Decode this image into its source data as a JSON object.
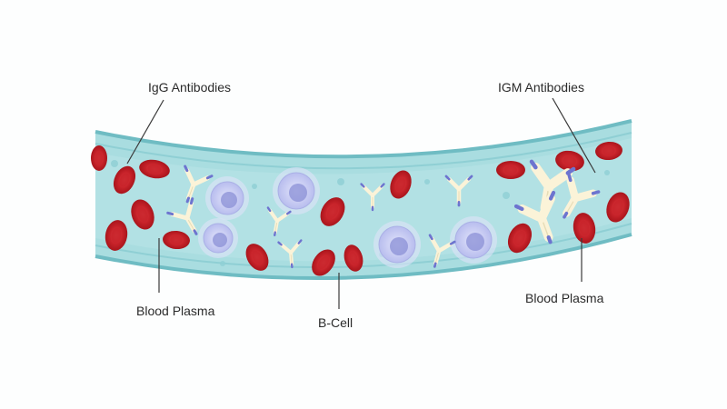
{
  "labels": {
    "igg": "IgG Antibodies",
    "igm": "IGM Antibodies",
    "plasma_left": "Blood Plasma",
    "b_cell": "B-Cell",
    "plasma_right": "Blood Plasma"
  },
  "colors": {
    "vessel_fill": "#a9dde0",
    "vessel_wall": "#6fbcc3",
    "red_cell": "#c8232a",
    "red_cell_center": "#e04a4a",
    "b_cell_body": "#c9cdf2",
    "b_cell_nucleus": "#8a8fd6",
    "antibody_body": "#fbf3d8",
    "antibody_tip": "#6d74cf",
    "leader_line": "#3a3a3a"
  },
  "icons": {
    "red_blood_cell": "red-blood-cell-icon",
    "b_cell": "b-cell-icon",
    "igg_antibody": "igg-antibody-icon",
    "igm_antibody": "igm-antibody-icon"
  }
}
